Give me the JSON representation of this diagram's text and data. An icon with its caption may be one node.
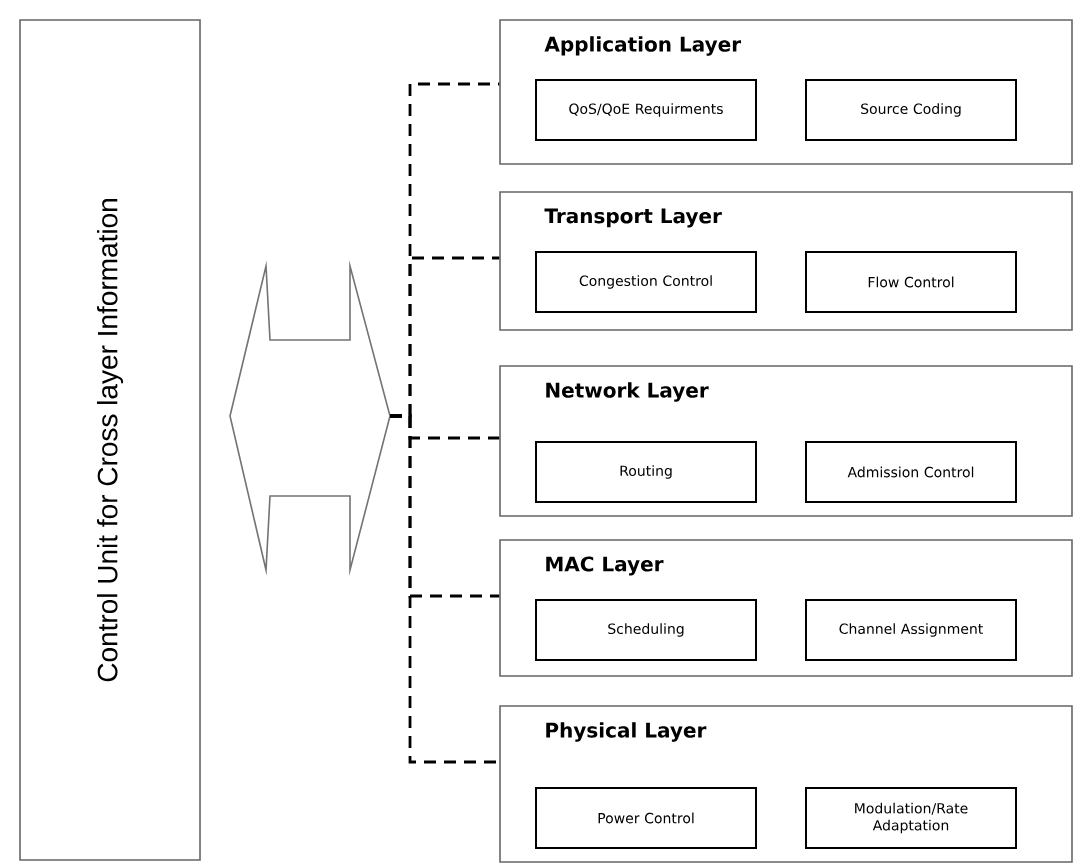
{
  "diagram": {
    "nodes": [
      {
        "text": [
          "Control Unit for Cross layer Information"
        ]
      },
      {
        "text": [],
        "shape": "arrow"
      },
      {
        "text": [
          "Application Layer"
        ]
      },
      {
        "text": [
          "QoS/QoE Requirments"
        ],
        "in": 2
      },
      {
        "text": [
          "Source Coding"
        ],
        "in": 2
      },
      {
        "text": [
          "Transport Layer"
        ]
      },
      {
        "text": [
          "Congestion Control"
        ],
        "in": 5
      },
      {
        "text": [
          "Flow Control"
        ],
        "in": 5
      },
      {
        "text": [
          "Network Layer"
        ]
      },
      {
        "text": [
          "Routing"
        ],
        "in": 8
      },
      {
        "text": [
          "Admission Control"
        ],
        "in": 8
      },
      {
        "text": [
          "MAC Layer"
        ]
      },
      {
        "text": [
          "Scheduling"
        ],
        "in": 11
      },
      {
        "text": [
          "Channel Assignment"
        ],
        "in": 11
      },
      {
        "text": [
          "Physical Layer"
        ]
      },
      {
        "text": [
          "Power Control"
        ],
        "in": 14
      },
      {
        "text": [
          "Modulation/Rate Adaptation"
        ],
        "in": 14
      }
    ],
    "edges": [
      {
        "from": 1,
        "to": 2,
        "arrow": "none",
        "style": "dashed"
      },
      {
        "from": 1,
        "to": 5,
        "arrow": "none",
        "style": "dashed"
      },
      {
        "from": 1,
        "to": 8,
        "arrow": "none",
        "style": "dashed"
      },
      {
        "from": 1,
        "to": 11,
        "arrow": "none",
        "style": "dashed"
      },
      {
        "from": 1,
        "to": 14,
        "arrow": "none",
        "style": "dashed"
      }
    ]
  }
}
